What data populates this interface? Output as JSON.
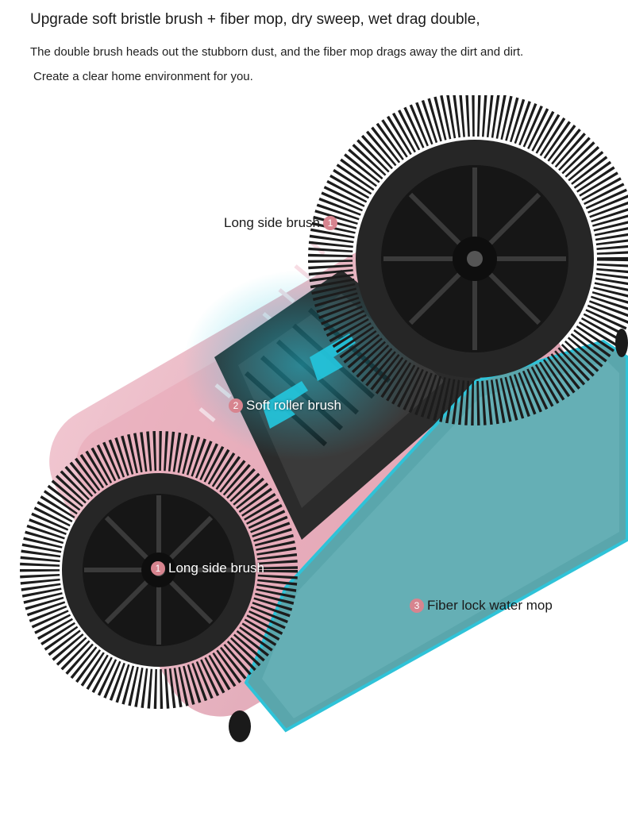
{
  "header": {
    "title": "Upgrade soft bristle brush + fiber mop, dry sweep, wet drag double,",
    "line1": "The double brush heads out the stubborn dust, and the fiber mop drags away the dirt and dirt.",
    "line2": "Create a clear home environment for you."
  },
  "callouts": {
    "long_side_brush_top": {
      "num": "1",
      "label": "Long side brush"
    },
    "soft_roller_brush": {
      "num": "2",
      "label": "Soft roller brush"
    },
    "long_side_brush_bottom": {
      "num": "1",
      "label": "Long side brush"
    },
    "fiber_mop": {
      "num": "3",
      "label": "Fiber lock water mop"
    }
  },
  "icons": [
    "brush-wheel-icon",
    "roller-arrow-icon"
  ],
  "colors": {
    "body_pink": "#e9b4c1",
    "bristle": "#1c1c1c",
    "mop_teal": "#5aa6ac",
    "mop_outline": "#2fc3d8",
    "badge": "#d7848f",
    "arrow_cyan": "#23c6de"
  }
}
